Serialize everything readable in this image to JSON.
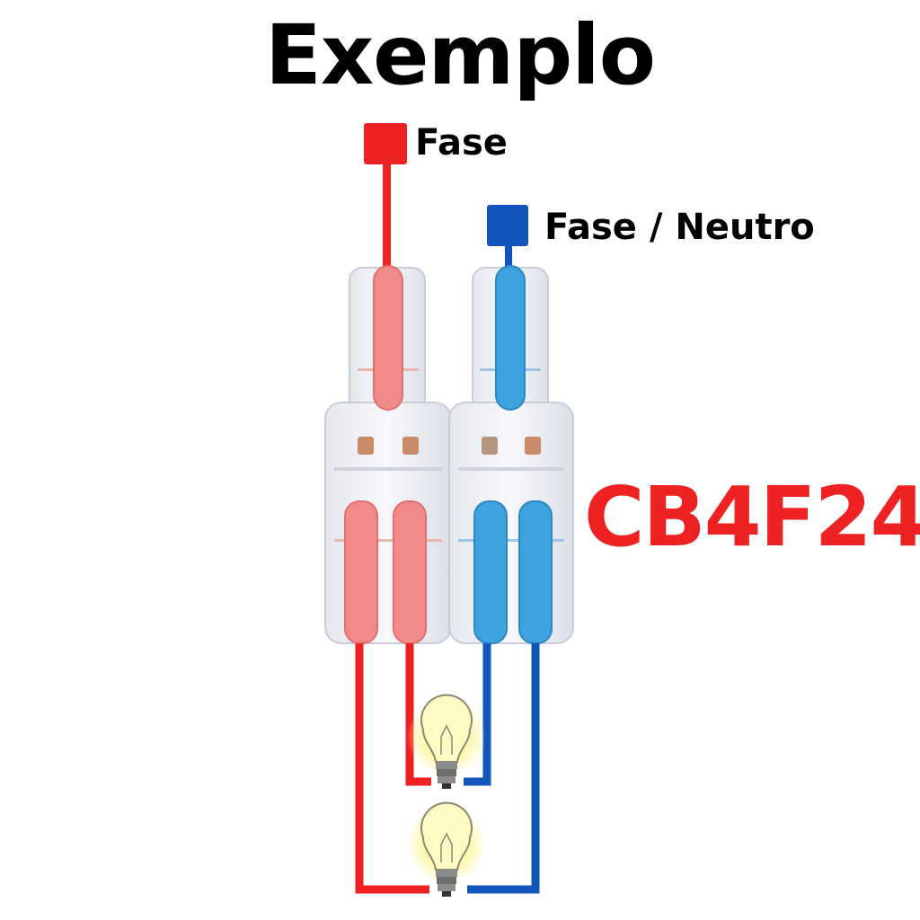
{
  "title": "Exemplo",
  "labels": {
    "phase": "Fase",
    "phase_neutral": "Fase / Neutro"
  },
  "model_code": "CB4F24",
  "colors": {
    "phase_wire": "#ee2222",
    "neutral_wire": "#1155bb",
    "red_lever": "#f28a8a",
    "blue_lever": "#3ea3df",
    "model_text": "#ee2222",
    "bulb_glow": "#fff7a8"
  },
  "icons": [
    "connector",
    "light-bulb-icon",
    "light-bulb-icon"
  ]
}
